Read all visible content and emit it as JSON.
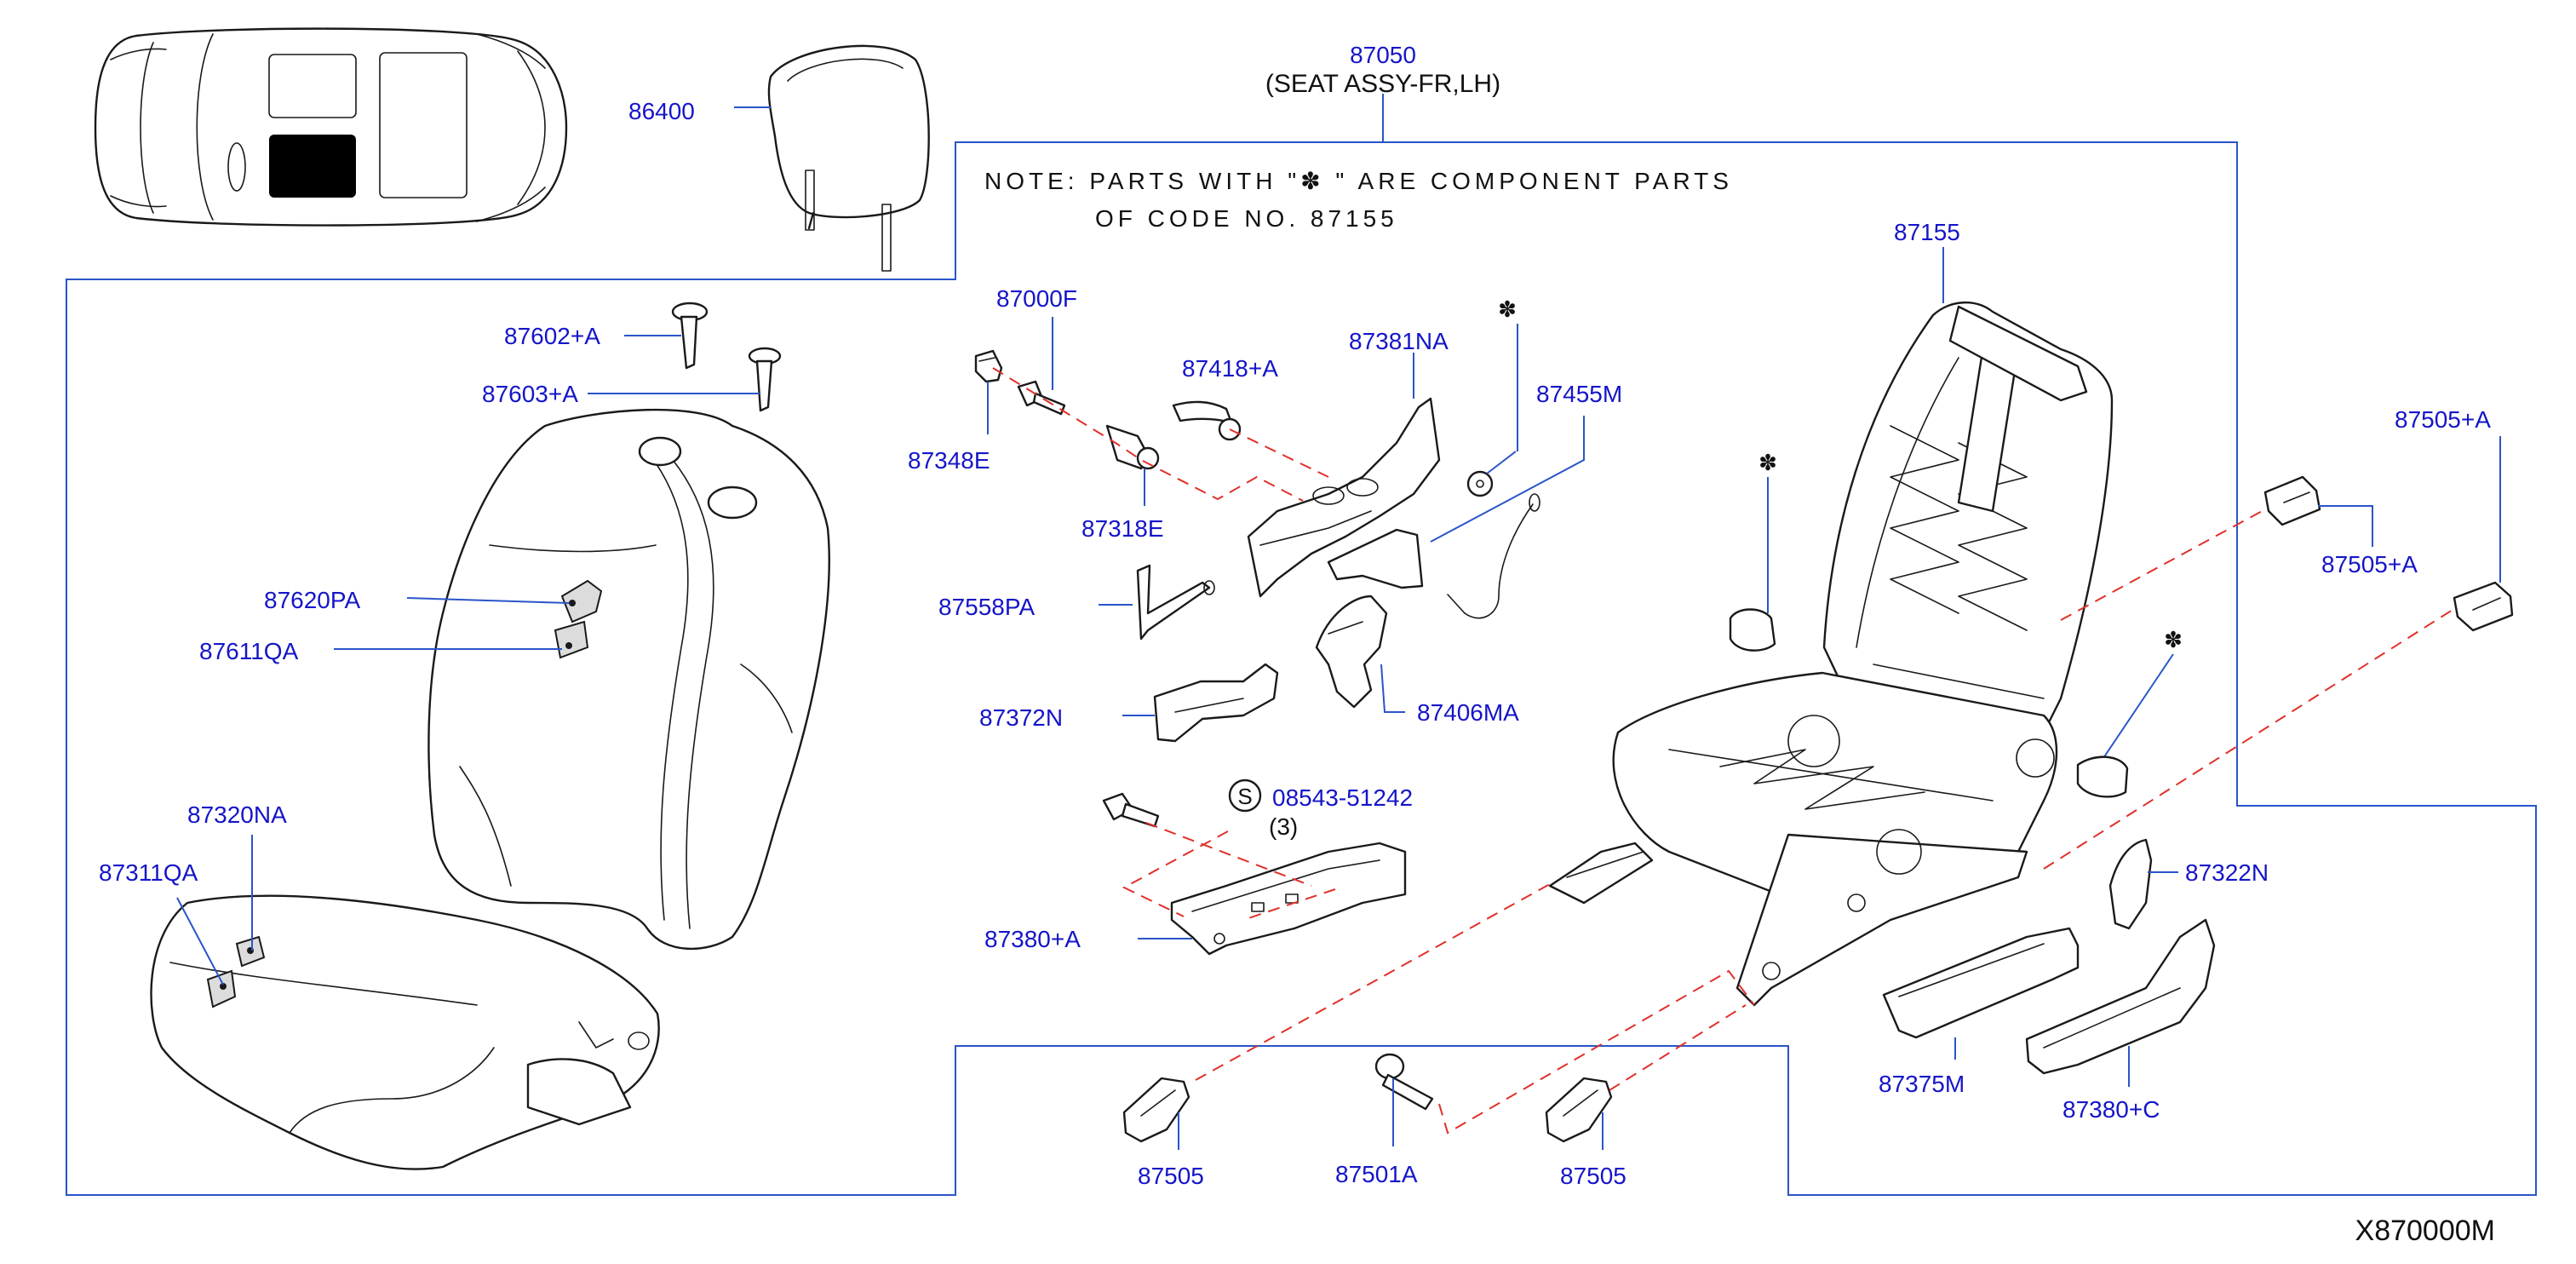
{
  "assembly": {
    "number": "87050",
    "name": "(SEAT   ASSY-FR,LH)"
  },
  "note": {
    "line1": "NOTE:  PARTS  WITH  \"✽        \"  ARE  COMPONENT  PARTS",
    "line2": "OF  CODE  NO.  87155",
    "symbol": "✽"
  },
  "screw_spec": {
    "symbol": "S",
    "number": "08543-51242",
    "quantity": "(3)"
  },
  "labels": {
    "headrest": "86400",
    "seat_frame": "87155",
    "clip_87602": "87602+A",
    "clip_87603": "87603+A",
    "pad_87620": "87620PA",
    "pad_87611": "87611QA",
    "cushion_87320": "87320NA",
    "cushion_87311": "87311QA",
    "bolt_87000": "87000F",
    "knob_87348": "87348E",
    "lever_87418": "87418+A",
    "cover_87381": "87381NA",
    "cable_87455": "87455M",
    "knob_87318": "87318E",
    "bracket_87558": "87558PA",
    "cover_87372": "87372N",
    "cover_87406": "87406MA",
    "finisher_87380a": "87380+A",
    "cover_87322": "87322N",
    "finisher_87375": "87375M",
    "finisher_87380c": "87380+C",
    "cap_87505_upper": "87505+A",
    "cap_87505_lower": "87505+A",
    "cap_87505_left": "87505",
    "bolt_87501": "87501A",
    "cap_87505_right": "87505"
  },
  "diagram_ref": "X870000M",
  "colors": {
    "label": "#1515c8",
    "frame_line": "#2a55c9",
    "dashed_line": "#e0302a",
    "part_outline": "#1a1a1a",
    "highlight_fill": "#000000"
  },
  "icons": [
    "car-locator-icon",
    "component-star-icon",
    "screw-spec-circle-icon"
  ]
}
